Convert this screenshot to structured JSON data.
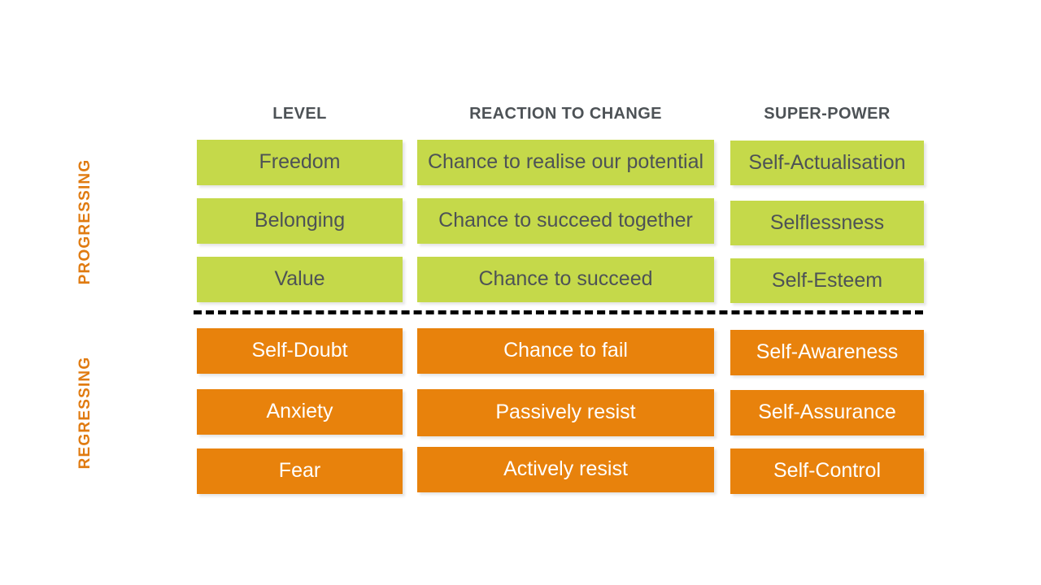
{
  "diagram": {
    "title_columns": [
      {
        "id": "level",
        "label": "LEVEL"
      },
      {
        "id": "reaction",
        "label": "REACTION TO CHANGE"
      },
      {
        "id": "superpower",
        "label": "SUPER-POWER"
      }
    ],
    "side_labels": {
      "progressing": "PROGRESSING",
      "regressing": "REGRESSING"
    },
    "colors": {
      "green": "#c5d94a",
      "orange": "#e8820c",
      "header_text": "#4d5256",
      "side_label_text": "#e07b11",
      "green_bar_text": "#4d5256",
      "orange_bar_text": "#ffffff",
      "divider": "#000000",
      "background": "#ffffff"
    },
    "progressing": {
      "rows": [
        {
          "level": "Freedom",
          "reaction": "Chance to realise our potential",
          "superpower": "Self-Actualisation"
        },
        {
          "level": "Belonging",
          "reaction": "Chance to succeed together",
          "superpower": "Selflessness"
        },
        {
          "level": "Value",
          "reaction": "Chance to succeed",
          "superpower": "Self-Esteem"
        }
      ]
    },
    "regressing": {
      "rows": [
        {
          "level": "Self-Doubt",
          "reaction": "Chance to fail",
          "superpower": "Self-Awareness"
        },
        {
          "level": "Anxiety",
          "reaction": "Passively resist",
          "superpower": "Self-Assurance"
        },
        {
          "level": "Fear",
          "reaction": "Actively resist",
          "superpower": "Self-Control"
        }
      ]
    }
  }
}
